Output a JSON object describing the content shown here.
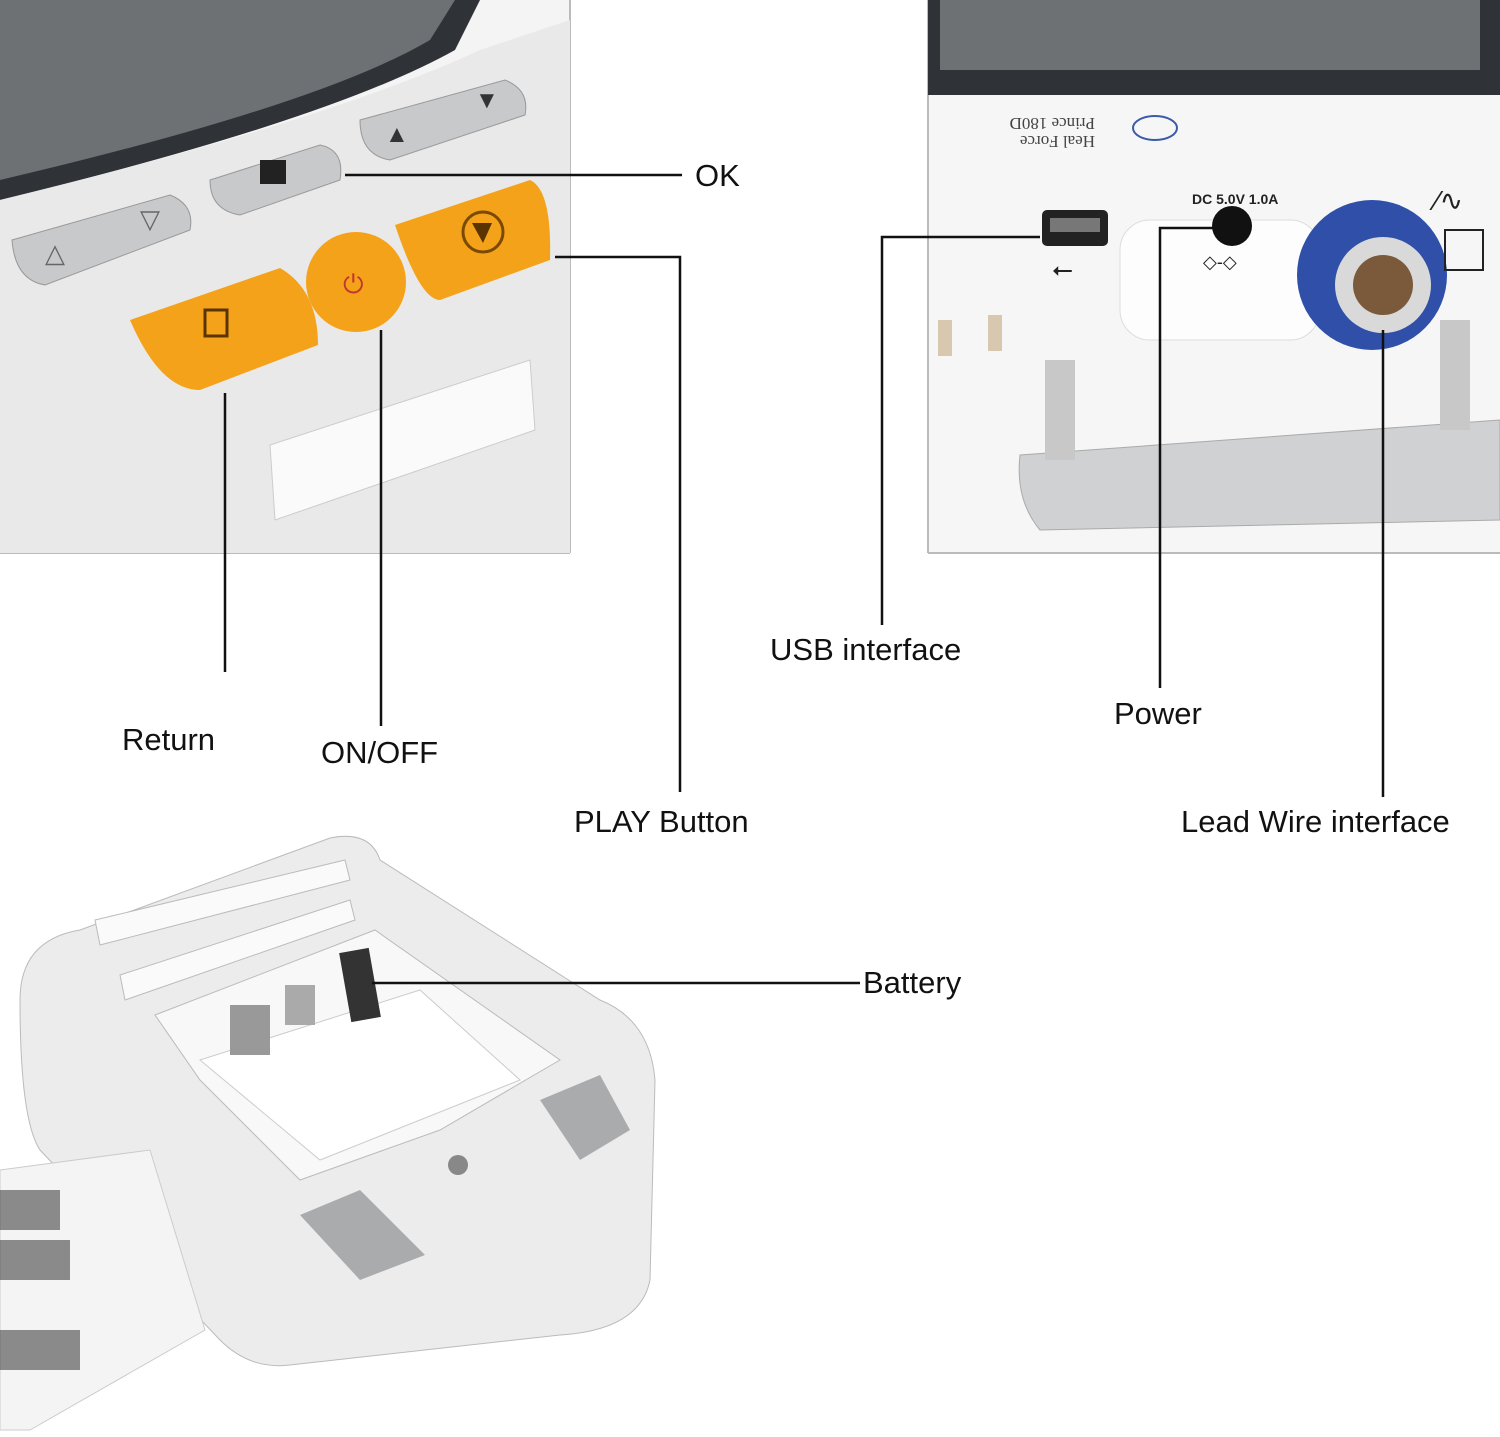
{
  "labels": {
    "ok": "OK",
    "return": "Return",
    "on_off": "ON/OFF",
    "play": "PLAY Button",
    "usb": "USB interface",
    "power": "Power",
    "lead_wire": "Lead Wire interface",
    "battery": "Battery"
  },
  "device_print": {
    "brand": "Heal Force",
    "model": "Prince 180D",
    "power_rating": "DC 5.0V 1.0A"
  },
  "colors": {
    "button_orange": "#f5a21b",
    "device_white": "#f1f1f1",
    "connector_blue": "#2f4fa8",
    "screen_dark": "#3a3d40"
  }
}
